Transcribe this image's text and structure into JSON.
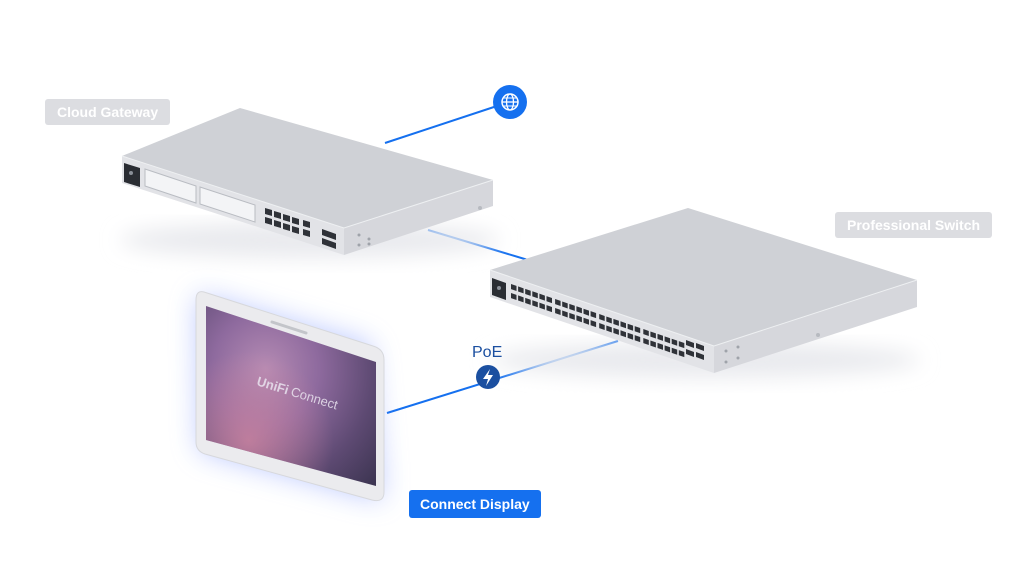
{
  "labels": {
    "gateway": "Cloud Gateway",
    "switch": "Professional Switch",
    "display": "Connect Display",
    "poe": "PoE"
  },
  "screen": {
    "logo_bold": "UniFi",
    "logo_light": "Connect"
  },
  "icons": {
    "internet": "globe-icon",
    "poe": "lightning-bolt-icon"
  },
  "colors": {
    "link": "#1570ef",
    "poe_badge": "#1b4fa0",
    "label_gray": "#dcdde1",
    "label_blue": "#1570ef",
    "device_body": "#c9cbd0"
  }
}
